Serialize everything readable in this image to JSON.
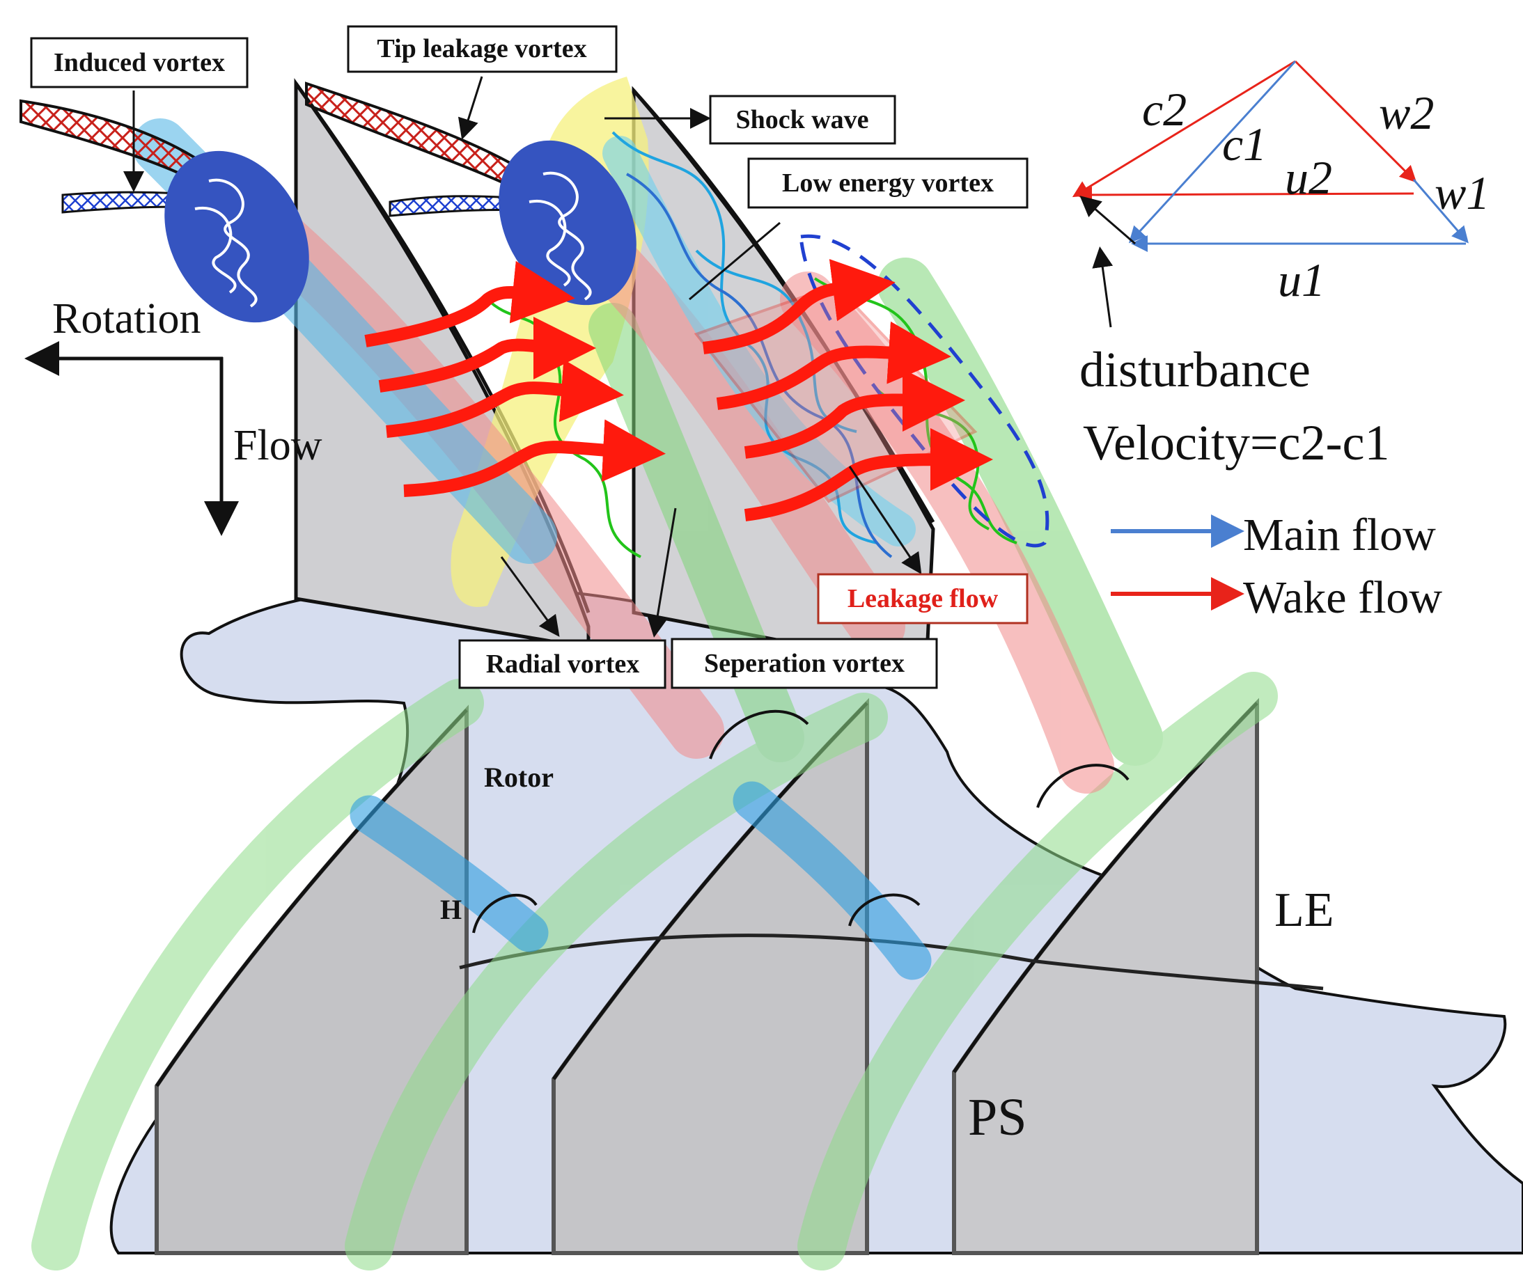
{
  "labels": {
    "induced_vortex": "Induced vortex",
    "tip_leakage_vortex": "Tip leakage vortex",
    "shock_wave": "Shock wave",
    "low_energy_vortex": "Low energy vortex",
    "leakage_flow": "Leakage flow",
    "radial_vortex": "Radial vortex",
    "separation_vortex": "Seperation vortex",
    "rotation": "Rotation",
    "flow": "Flow",
    "rotor": "Rotor",
    "hub": "H",
    "le": "LE",
    "ps": "PS"
  },
  "velocity_triangle": {
    "c2": "c2",
    "c1": "c1",
    "u2": "u2",
    "w2": "w2",
    "w1": "w1",
    "u1": "u1",
    "disturbance_line1": "disturbance",
    "disturbance_line2": "Velocity=c2-c1"
  },
  "legend": {
    "main_flow": "Main flow",
    "wake_flow": "Wake flow"
  },
  "colors": {
    "main_flow": "#4a7fd0",
    "wake_flow": "#e8231a",
    "wake_band": "#f28b8b",
    "green_band": "#8fdc8a",
    "blue_band": "#4fb3e0",
    "shock_band": "#f4ee7a",
    "blade": "#c7c7ca",
    "hub": "#d4dcef"
  }
}
